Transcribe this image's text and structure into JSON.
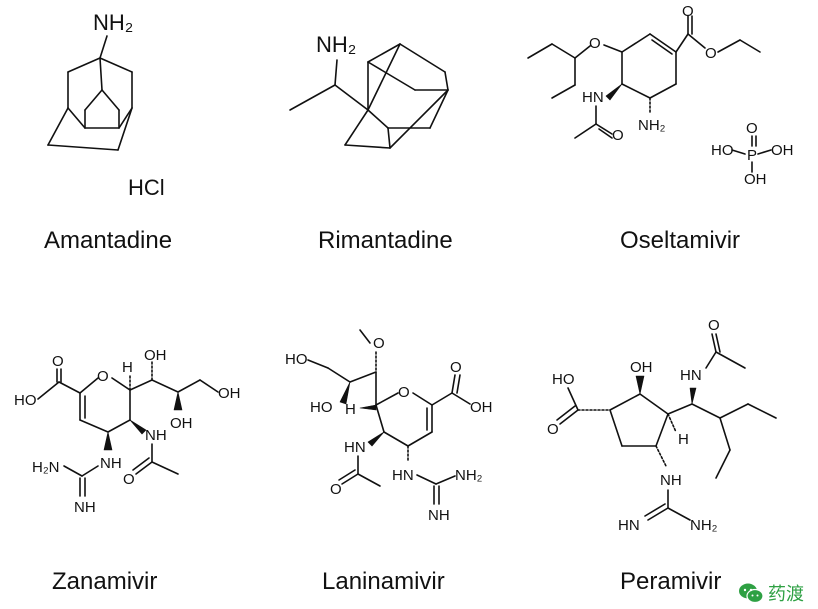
{
  "compounds": [
    {
      "name": "Amantadine",
      "atoms": {
        "amine": "NH₂",
        "salt": "HCl"
      }
    },
    {
      "name": "Rimantadine",
      "atoms": {
        "amine": "NH₂"
      }
    },
    {
      "name": "Oseltamivir",
      "atoms": {
        "ether_o": "O",
        "ester_o_carbonyl": "O",
        "ester_o": "O",
        "amide_nh": "HN",
        "amide_o": "O",
        "amine": "NH₂",
        "phosphate_oh1": "HO",
        "phosphate_p": "P",
        "phosphate_oh2": "OH",
        "phosphate_oh3": "OH",
        "phosphate_o": "O"
      }
    },
    {
      "name": "Zanamivir",
      "atoms": {
        "acid_o": "O",
        "acid_oh": "HO",
        "ring_o": "O",
        "h": "H",
        "oh1": "OH",
        "oh2": "OH",
        "oh3": "OH",
        "amide_nh": "NH",
        "amide_o": "O",
        "guan_nh": "NH",
        "guan_nh2": "H₂N",
        "guan_imine": "NH"
      }
    },
    {
      "name": "Laninamivir",
      "atoms": {
        "methoxy_o": "O",
        "oh1": "HO",
        "oh2": "HO",
        "h": "H",
        "ring_o": "O",
        "acid_o": "O",
        "acid_oh": "OH",
        "amide_nh": "HN",
        "amide_o": "O",
        "guan_nh": "HN",
        "guan_nh2": "NH₂",
        "guan_imine": "NH"
      }
    },
    {
      "name": "Peramivir",
      "atoms": {
        "acid_oh": "HO",
        "acid_o": "O",
        "oh": "OH",
        "amide_nh": "HN",
        "amide_o": "O",
        "h": "H",
        "guan_nh": "NH",
        "guan_imine": "HN",
        "guan_nh2": "NH₂"
      }
    }
  ],
  "watermark": {
    "text": "药渡",
    "icon": "wechat-icon",
    "color": "#2ea043"
  }
}
